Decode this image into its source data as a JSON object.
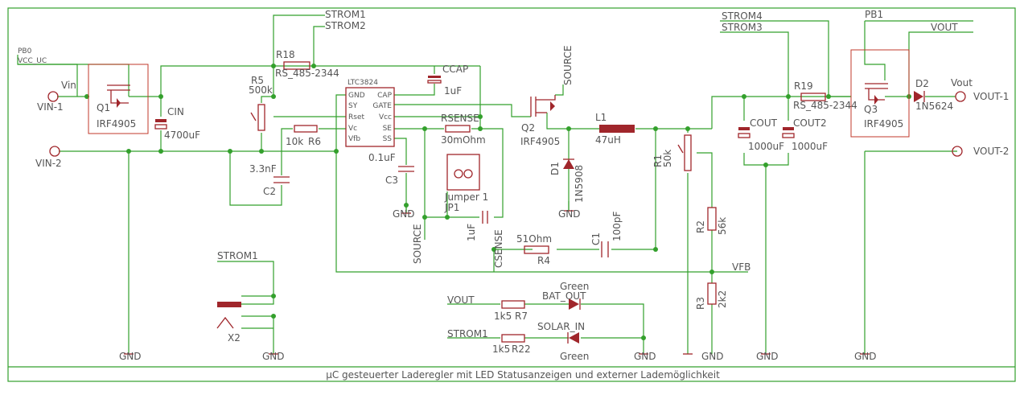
{
  "frame": {
    "caption": "µC gesteuerter Laderegler mit LED Statusanzeigen und externer Lademöglichkeit"
  },
  "nets": {
    "strom1": "STROM1",
    "strom2": "STROM2",
    "strom3": "STROM3",
    "strom4": "STROM4",
    "strom1_bottom": "STROM1",
    "strom1_led": "STROM1",
    "pb0": "PB0",
    "vcc_uc": "VCC_UC",
    "pb1": "PB1",
    "vout": "VOUT",
    "vout_led": "VOUT",
    "source_top": "SOURCE",
    "source_bottom": "SOURCE",
    "csense": "CSENSE",
    "vfb": "VFB",
    "gnd": "GND"
  },
  "connectors": {
    "vin_label": "Vin",
    "vin1": "VIN-1",
    "vin2": "VIN-2",
    "vout_label": "Vout",
    "vout1": "VOUT-1",
    "vout2": "VOUT-2",
    "x2": "X2"
  },
  "ic": {
    "name": "LTC3824",
    "pins_left": [
      "GND",
      "SY",
      "Rset",
      "Vc",
      "Vfb"
    ],
    "pins_right": [
      "CAP",
      "GATE",
      "Vcc",
      "SE",
      "SS"
    ]
  },
  "parts": {
    "q1": "Q1",
    "q1_val": "IRF4905",
    "q2": "Q2",
    "q2_val": "IRF4905",
    "q3": "Q3",
    "q3_val": "IRF4905",
    "cin": "CIN",
    "cin_val": "4700uF",
    "r18": "R18",
    "r18_val": "RS_485-2344",
    "r19": "R19",
    "r19_val": "RS_485-2344",
    "r5": "R5",
    "r5_val": "500k",
    "r6": "R6",
    "r6_val": "10k",
    "c2": "C2",
    "c2_val": "3.3nF",
    "ccap": "CCAP",
    "ccap_val": "1uF",
    "rsense": "RSENSE",
    "rsense_val": "30mOhm",
    "c3": "C3",
    "c3_val": "0.1uF",
    "jp1": "JP1",
    "jp1_val": "Jumper 1",
    "c_1uf": "1uF",
    "r4": "R4",
    "r4_val": "51Ohm",
    "c1": "C1",
    "c1_val": "100pF",
    "l1": "L1",
    "l1_val": "47uH",
    "d1": "D1",
    "d1_val": "1N5908",
    "r1": "R1",
    "r1_val": "50k",
    "r2": "R2",
    "r2_val": "56k",
    "r3": "R3",
    "r3_val": "2k2",
    "cout": "COUT",
    "cout_val": "1000uF",
    "cout2": "COUT2",
    "cout2_val": "1000uF",
    "d2": "D2",
    "d2_val": "1N5624",
    "r7": "R7",
    "r7_val": "1k5",
    "r22": "R22",
    "r22_val": "1k5",
    "led1_color": "Green",
    "led1_name": "BAT_OUT",
    "led2_color": "Green",
    "led2_name": "SOLAR_IN"
  },
  "colors": {
    "wire": "#33a02c",
    "component": "#a0262b",
    "text": "#555555"
  }
}
